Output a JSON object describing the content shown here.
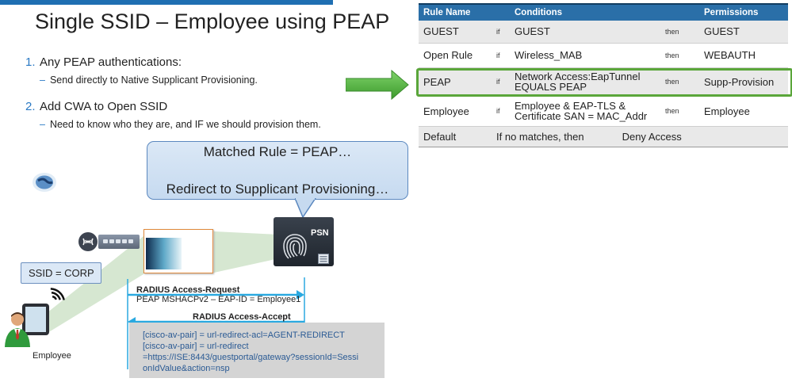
{
  "slide": {
    "title": "Single SSID – Employee using PEAP"
  },
  "bullets": [
    {
      "num": "1.",
      "text": "Any PEAP authentications:",
      "sub": "Send directly to Native Supplicant Provisioning."
    },
    {
      "num": "2.",
      "text": "Add CWA to Open SSID",
      "sub": "Need to know who they are, and IF we should provision them."
    }
  ],
  "table": {
    "headers": {
      "rule": "Rule Name",
      "conditions": "Conditions",
      "permissions": "Permissions"
    },
    "rows": [
      {
        "rule": "GUEST",
        "if": "if",
        "cond": "GUEST",
        "then": "then",
        "perm": "GUEST"
      },
      {
        "rule": "Open Rule",
        "if": "if",
        "cond": "Wireless_MAB",
        "then": "then",
        "perm": "WEBAUTH"
      },
      {
        "rule": "PEAP",
        "if": "if",
        "cond_line1": "Network Access:EapTunnel",
        "cond_line2": "EQUALS PEAP",
        "then": "then",
        "perm": "Supp-Provision"
      },
      {
        "rule": "Employee",
        "if": "if",
        "cond_line1": "Employee & EAP-TLS &",
        "cond_line2": "Certificate SAN = MAC_Addr",
        "then": "then",
        "perm": "Employee"
      }
    ],
    "default_row": {
      "rule": "Default",
      "text": "If no matches, then",
      "perm": "Deny Access"
    }
  },
  "bubble": {
    "line1": "Matched Rule = PEAP…",
    "line2": "Redirect to Supplicant Provisioning…"
  },
  "devices": {
    "psn_label": "PSN",
    "ssid_label": "SSID = CORP",
    "employee_label": "Employee"
  },
  "radius": {
    "request_label": "RADIUS Access-Request",
    "request_detail": "PEAP MSHACPv2 – EAP-ID = Employee1",
    "accept_label": "RADIUS Access-Accept",
    "av_pairs": [
      "[cisco-av-pair] = url-redirect-acl=AGENT-REDIRECT",
      "[cisco-av-pair] = url-redirect",
      "=https://ISE:8443/guestportal/gateway?sessionId=Sessi",
      "onIdValue&action=nsp"
    ]
  },
  "icons": {
    "arrow": "green-arrow-icon",
    "globe": "globe-icon",
    "wifi": "wifi-icon",
    "switch": "switch-icon",
    "fingerprint": "fingerprint-icon",
    "person": "person-icon",
    "tablet": "tablet-icon"
  },
  "colors": {
    "header_blue": "#2a6fa8",
    "highlight_green": "#5aa63a",
    "arrow_green": "#4cae3a",
    "radius_line": "#2aa9e0",
    "bubble_fill": "#c6daf0"
  }
}
